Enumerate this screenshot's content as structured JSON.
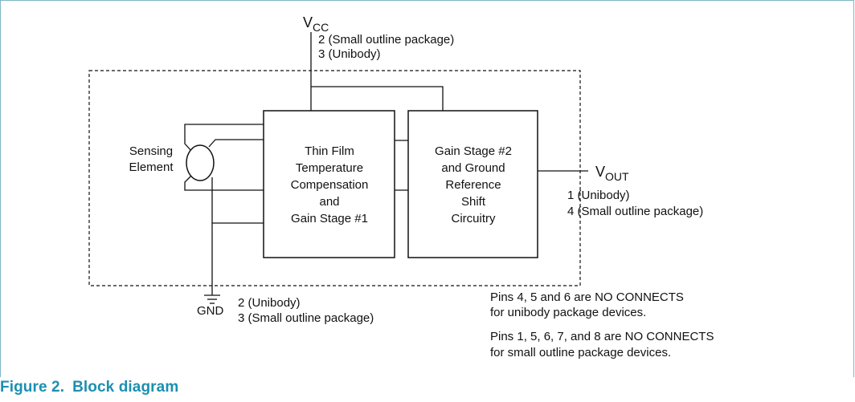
{
  "diagram": {
    "vcc_label": "V",
    "vcc_sub": "CC",
    "vcc_pin_1": "2 (Small outline package)",
    "vcc_pin_2": "3 (Unibody)",
    "sensing_line_1": "Sensing",
    "sensing_line_2": "Element",
    "block1_lines": [
      "Thin Film",
      "Temperature",
      "Compensation",
      "and",
      "Gain Stage #1"
    ],
    "block2_lines": [
      "Gain Stage #2",
      "and Ground",
      "Reference",
      "Shift",
      "Circuitry"
    ],
    "vout_label": "V",
    "vout_sub": "OUT",
    "vout_pin_1": "1 (Unibody)",
    "vout_pin_2": "4 (Small outline package)",
    "gnd_label": "GND",
    "gnd_pin_1": "2 (Unibody)",
    "gnd_pin_2": "3 (Small outline package)",
    "note_1_line_1": "Pins 4, 5 and 6 are NO CONNECTS",
    "note_1_line_2": "for unibody package devices.",
    "note_2_line_1": "Pins 1, 5, 6, 7, and 8 are NO CONNECTS",
    "note_2_line_2": "for small outline package devices."
  },
  "caption": {
    "number": "Figure 2.",
    "title": "Block diagram"
  },
  "colors": {
    "caption": "#1c8fb0",
    "frame": "#7fb7c6",
    "lines": "#111111"
  }
}
